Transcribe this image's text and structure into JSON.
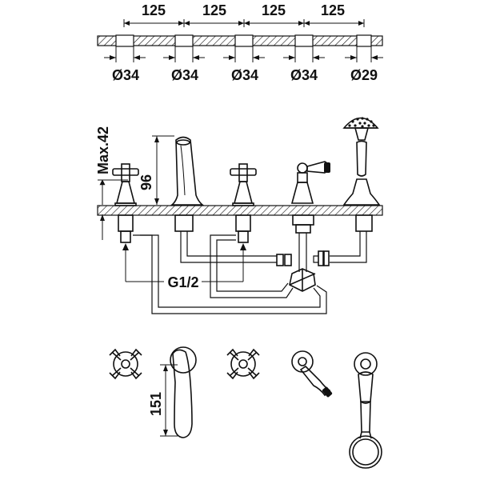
{
  "top_dimensions": {
    "spacings": [
      "125",
      "125",
      "125",
      "125"
    ],
    "diameters": [
      "Ø34",
      "Ø34",
      "Ø34",
      "Ø34",
      "Ø29"
    ]
  },
  "side_view": {
    "max_label": "Max.42",
    "height_label": "96",
    "thread_label": "G1/2"
  },
  "plan_view": {
    "length_label": "151"
  }
}
